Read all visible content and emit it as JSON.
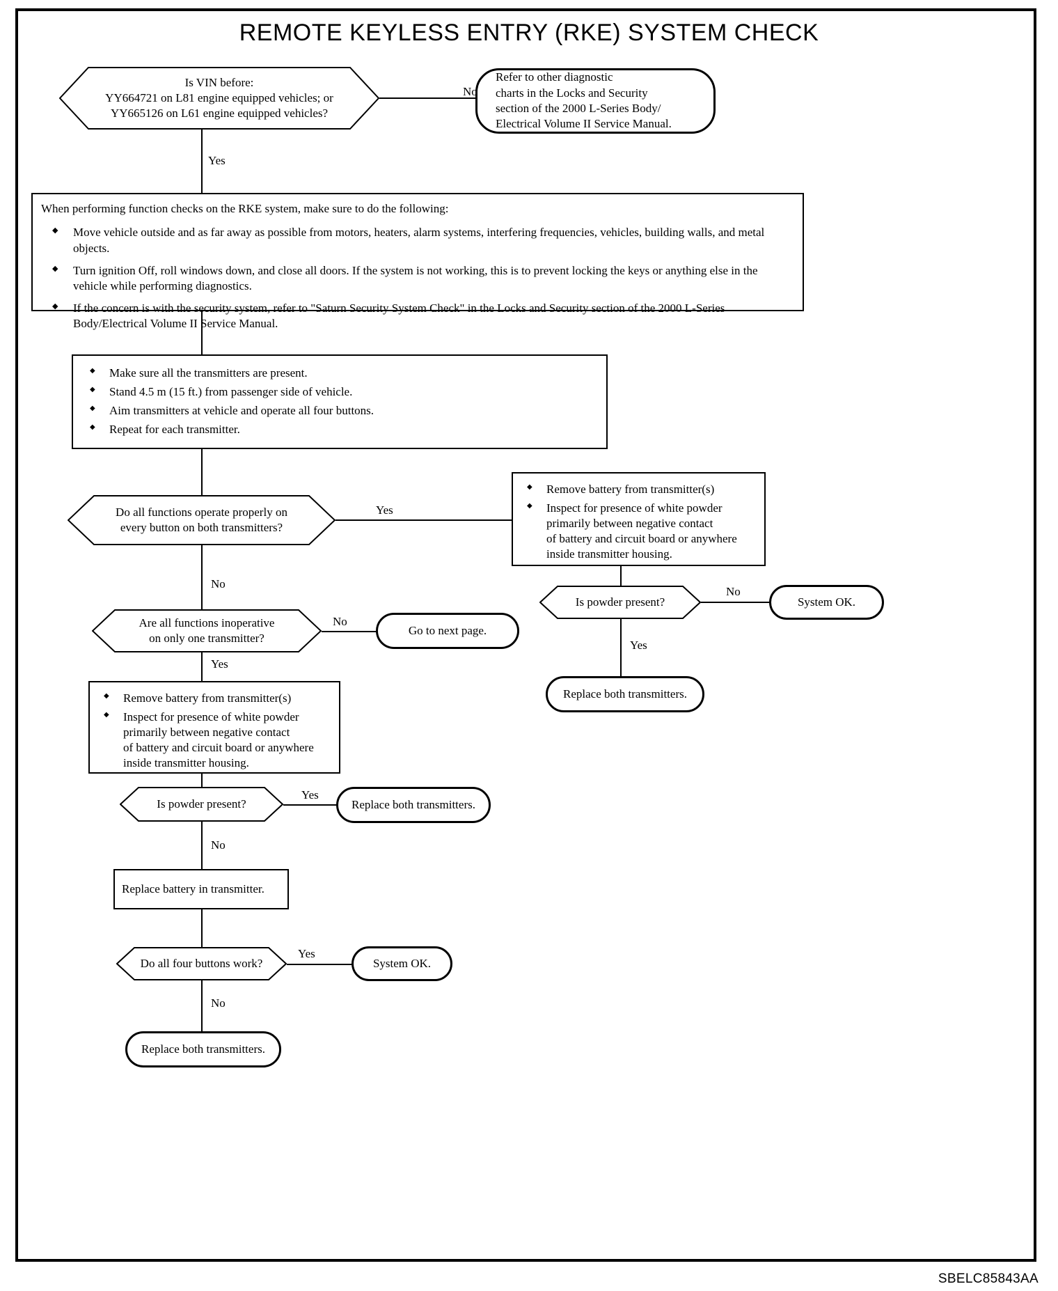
{
  "document": {
    "title": "REMOTE KEYLESS ENTRY (RKE) SYSTEM CHECK",
    "footer_code": "SBELC85843AA"
  },
  "nodes": {
    "vin_decision": {
      "type": "decision",
      "line1": "Is VIN before:",
      "line2": "YY664721 on L81 engine equipped vehicles; or",
      "line3": "YY665126 on L61 engine equipped vehicles?"
    },
    "refer_other_charts": {
      "type": "terminator",
      "line1": "Refer to other diagnostic",
      "line2": "charts in the Locks and Security",
      "line3": "section of the 2000 L-Series Body/",
      "line4": "Electrical Volume II Service Manual."
    },
    "precautions": {
      "type": "process",
      "heading": "When performing function checks on the RKE system, make sure to do the following:",
      "bullets": [
        "Move vehicle outside and as far away as possible from motors, heaters, alarm systems, interfering frequencies, vehicles, building walls, and metal objects.",
        "Turn ignition Off, roll windows down, and close all doors. If the system is not working, this is to prevent locking the keys or anything else in the vehicle while performing diagnostics.",
        "If the concern is with the security system, refer to \"Saturn Security System Check\" in the Locks and Security section of the 2000 L-Series Body/Electrical Volume II Service Manual."
      ]
    },
    "test_procedure": {
      "type": "process",
      "bullets": [
        "Make sure all the transmitters are present.",
        "Stand 4.5 m (15 ft.) from passenger side of vehicle.",
        "Aim transmitters at vehicle and operate all four buttons.",
        "Repeat for each transmitter."
      ]
    },
    "all_functions_decision": {
      "type": "decision",
      "line1": "Do all functions operate properly on",
      "line2": "every button on both transmitters?"
    },
    "inspect_right": {
      "type": "process",
      "bullets": [
        "Remove battery from transmitter(s)",
        "Inspect for presence of white powder primarily between negative contact of battery and circuit board or anywhere inside transmitter housing."
      ],
      "bullet2_lines": [
        "Inspect for presence of white powder",
        "primarily between negative contact",
        "of battery and circuit board or anywhere",
        "inside transmitter housing."
      ]
    },
    "powder_right_decision": {
      "type": "decision",
      "text": "Is powder present?"
    },
    "system_ok_right": {
      "type": "terminator",
      "text": "System OK."
    },
    "replace_both_right": {
      "type": "terminator",
      "text": "Replace both transmitters."
    },
    "inoperative_decision": {
      "type": "decision",
      "line1": "Are all functions inoperative",
      "line2": "on only one transmitter?"
    },
    "go_next_page": {
      "type": "terminator",
      "text": "Go to next page."
    },
    "inspect_left": {
      "type": "process",
      "bullets": [
        "Remove battery from transmitter(s)",
        "Inspect for presence of white powder primarily between negative contact of battery and circuit board or anywhere inside transmitter housing."
      ],
      "bullet2_lines": [
        "Inspect for presence of white powder",
        "primarily between negative contact",
        "of battery and circuit board or anywhere",
        "inside transmitter housing."
      ]
    },
    "powder_left_decision": {
      "type": "decision",
      "text": "Is powder present?"
    },
    "replace_both_mid": {
      "type": "terminator",
      "text": "Replace both transmitters."
    },
    "replace_battery": {
      "type": "process",
      "text": "Replace battery in transmitter."
    },
    "four_buttons_decision": {
      "type": "decision",
      "text": "Do all four buttons work?"
    },
    "system_ok_bottom": {
      "type": "terminator",
      "text": "System OK."
    },
    "replace_both_bottom": {
      "type": "terminator",
      "text": "Replace both transmitters."
    }
  },
  "edge_labels": {
    "vin_no": "No",
    "vin_yes": "Yes",
    "all_functions_yes": "Yes",
    "all_functions_no": "No",
    "powder_right_no": "No",
    "powder_right_yes": "Yes",
    "inoperative_no": "No",
    "inoperative_yes": "Yes",
    "powder_left_yes": "Yes",
    "powder_left_no": "No",
    "four_buttons_yes": "Yes",
    "four_buttons_no": "No"
  }
}
